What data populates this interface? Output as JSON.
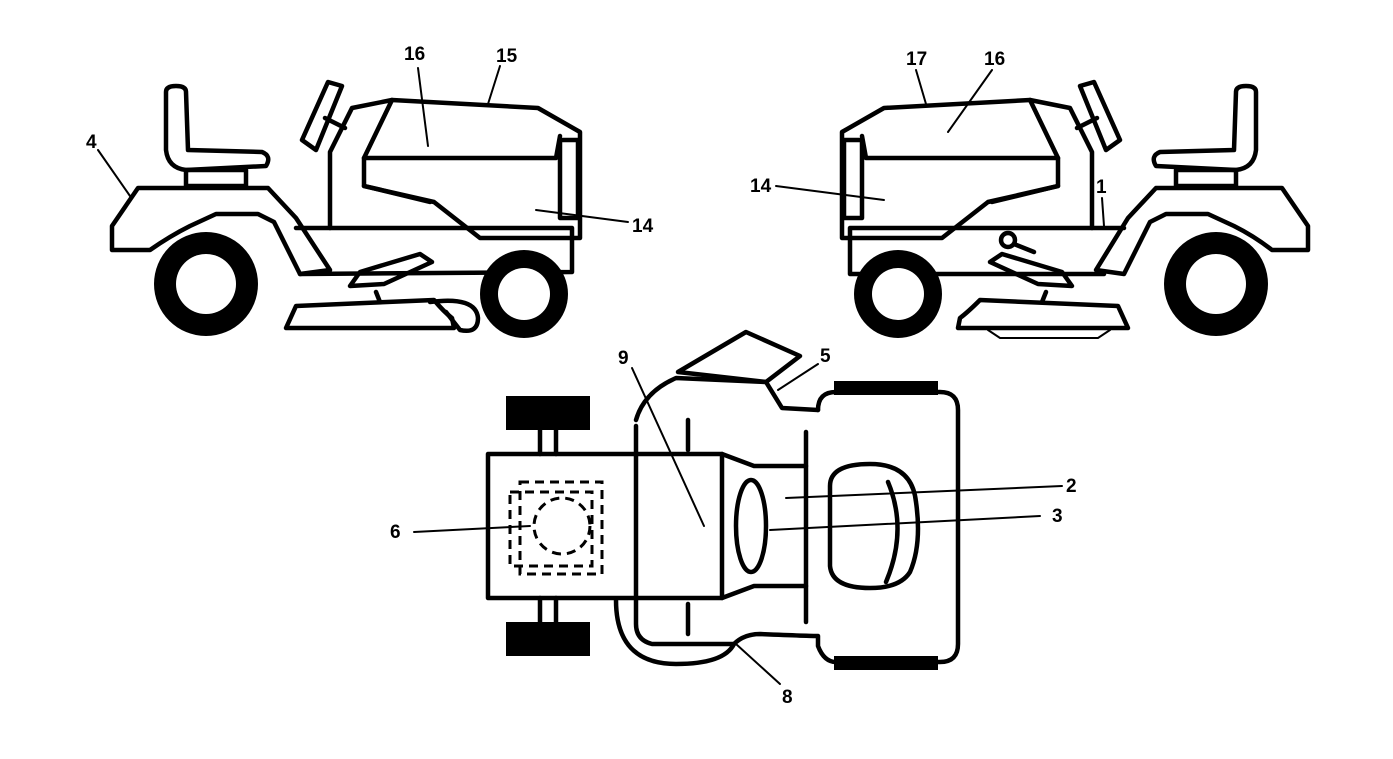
{
  "callouts": [
    {
      "label": "16"
    },
    {
      "label": "15"
    },
    {
      "label": "4"
    },
    {
      "label": "14"
    },
    {
      "label": "17"
    },
    {
      "label": "16"
    },
    {
      "label": "14"
    },
    {
      "label": "1"
    },
    {
      "label": "9"
    },
    {
      "label": "5"
    },
    {
      "label": "2"
    },
    {
      "label": "3"
    },
    {
      "label": "6"
    },
    {
      "label": "8"
    }
  ],
  "colors": {
    "line": "#000000",
    "background": "#ffffff"
  }
}
